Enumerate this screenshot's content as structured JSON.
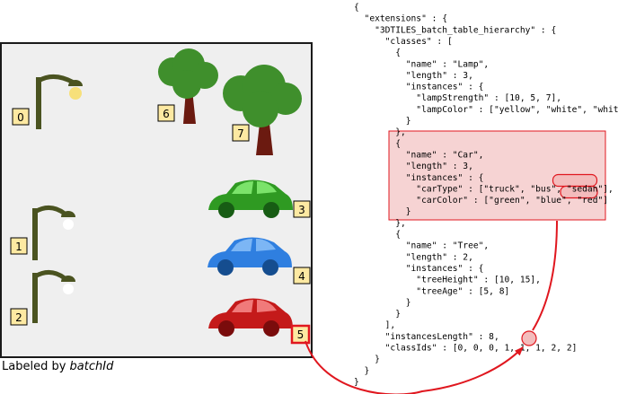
{
  "caption": {
    "prefix": "Labeled by ",
    "emphasis": "batchId"
  },
  "badges": [
    "0",
    "1",
    "2",
    "3",
    "4",
    "5",
    "6",
    "7"
  ],
  "colors": {
    "lamp_post": "#4a5320",
    "lamp_light": "#f7e07a",
    "tree_foliage": "#3f8f2c",
    "tree_trunk": "#6b1a10",
    "car_green": "#2f9a22",
    "car_blue": "#2f7fe0",
    "car_red": "#c41a1a",
    "badge_fill": "#fde9a2",
    "highlight_fill": "#f6d3d3",
    "highlight_stroke": "#e0171f",
    "scene_background": "#efefef"
  },
  "code_lines": [
    "{",
    "  \"extensions\" : {",
    "    \"3DTILES_batch_table_hierarchy\" : {",
    "      \"classes\" : [",
    "        {",
    "          \"name\" : \"Lamp\",",
    "          \"length\" : 3,",
    "          \"instances\" : {",
    "            \"lampStrength\" : [10, 5, 7],",
    "            \"lampColor\" : [\"yellow\", \"white\", \"white\"]",
    "          }",
    "        },",
    "        {",
    "          \"name\" : \"Car\",",
    "          \"length\" : 3,",
    "          \"instances\" : {",
    "            \"carType\" : [\"truck\", \"bus\", \"sedan\"],",
    "            \"carColor\" : [\"green\", \"blue\", \"red\"]",
    "          }",
    "        },",
    "        {",
    "          \"name\" : \"Tree\",",
    "          \"length\" : 2,",
    "          \"instances\" : {",
    "            \"treeHeight\" : [10, 15],",
    "            \"treeAge\" : [5, 8]",
    "          }",
    "        }",
    "      ],",
    "      \"instancesLength\" : 8,",
    "      \"classIds\" : [0, 0, 0, 1, 1, 1, 2, 2]",
    "    }",
    "  }",
    "}"
  ]
}
